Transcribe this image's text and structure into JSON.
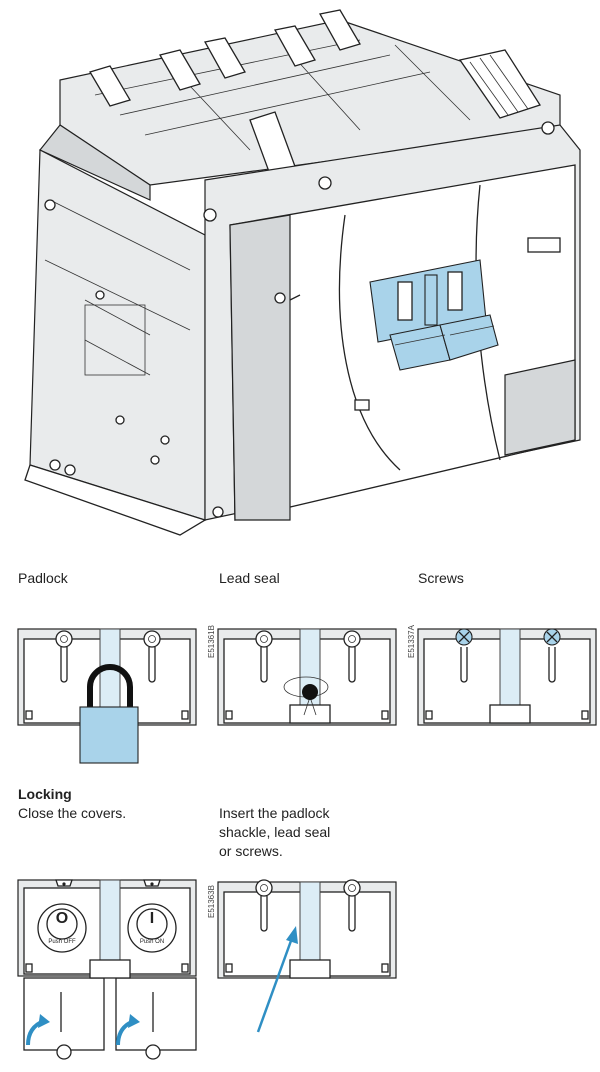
{
  "captions": {
    "padlock": "Padlock",
    "lead_seal": "Lead seal",
    "screws": "Screws",
    "locking_title": "Locking",
    "close_covers": "Close the covers.",
    "insert_line1": "Insert the padlock",
    "insert_line2": "shackle, lead seal",
    "insert_line3": "or screws."
  },
  "button_labels": {
    "off_symbol": "O",
    "off_text": "Push OFF",
    "on_symbol": "I",
    "on_text": "Push ON"
  },
  "figure_codes": {
    "lead_seal": "E51361B",
    "screws": "E51337A",
    "insert": "E51363B"
  },
  "colors": {
    "accent_blue": "#a9d3ea",
    "arrow_blue": "#2f8fc4",
    "frame_grey": "#e9ebec",
    "line": "#222222"
  }
}
